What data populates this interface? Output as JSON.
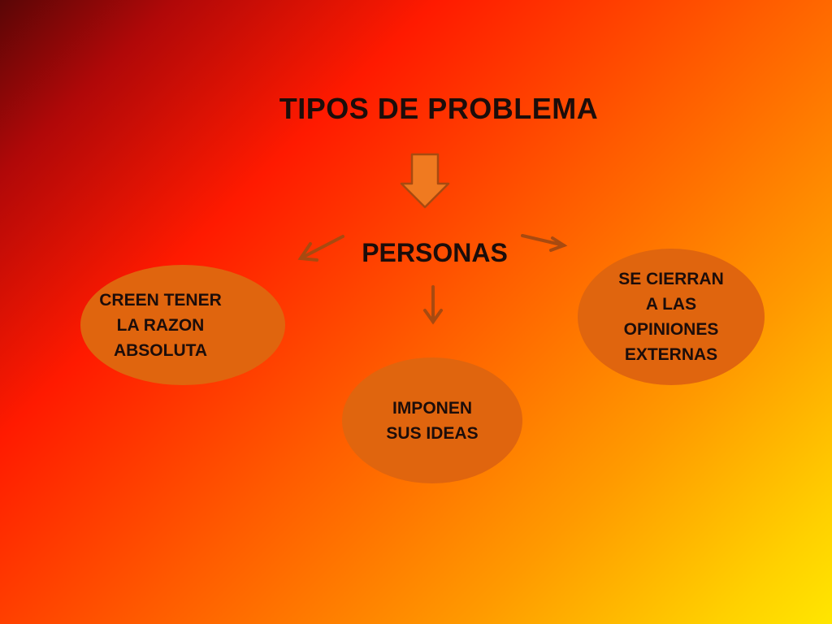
{
  "slide": {
    "title": "TIPOS DE PROBLEMA",
    "center": "PERSONAS",
    "bubbles": {
      "left": "CREEN TENER\nLA RAZON\nABSOLUTA",
      "center": "IMPONEN\nSUS IDEAS",
      "right": "SE CIERRAN\nA LAS\nOPINIONES\nEXTERNAS"
    }
  },
  "colors": {
    "bubble_fill": "#e0650e",
    "arrow": "#a84a10",
    "block_arrow_fill": "#f07a20",
    "text": "#1c0d0a"
  },
  "icons": {
    "block_arrow": "down-block-arrow-icon",
    "connector_left": "arrow-down-left-icon",
    "connector_down": "arrow-down-icon",
    "connector_right": "arrow-right-icon"
  }
}
